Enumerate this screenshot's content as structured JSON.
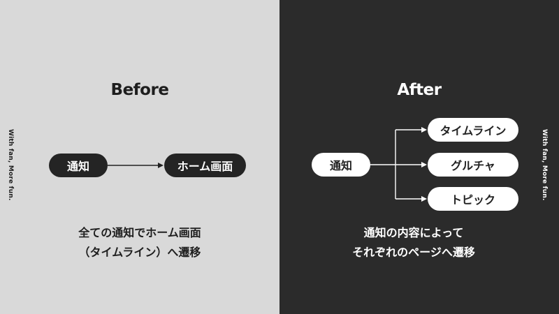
{
  "before": {
    "heading": "Before",
    "source_node": "通知",
    "target_node": "ホーム画面",
    "caption_lines": [
      "全ての通知でホーム画面",
      "（タイムライン）へ遷移"
    ],
    "tagline": "With fan, More fun."
  },
  "after": {
    "heading": "After",
    "source_node": "通知",
    "target_nodes": [
      "タイムライン",
      "グルチャ",
      "トピック"
    ],
    "caption_lines": [
      "通知の内容によって",
      "それぞれのページへ遷移"
    ],
    "tagline": "With fan, More fun."
  },
  "colors": {
    "left_background": "#d9d9d9",
    "right_background": "#2b2b2b",
    "dark_node": "#242424",
    "light_node": "#ffffff"
  }
}
